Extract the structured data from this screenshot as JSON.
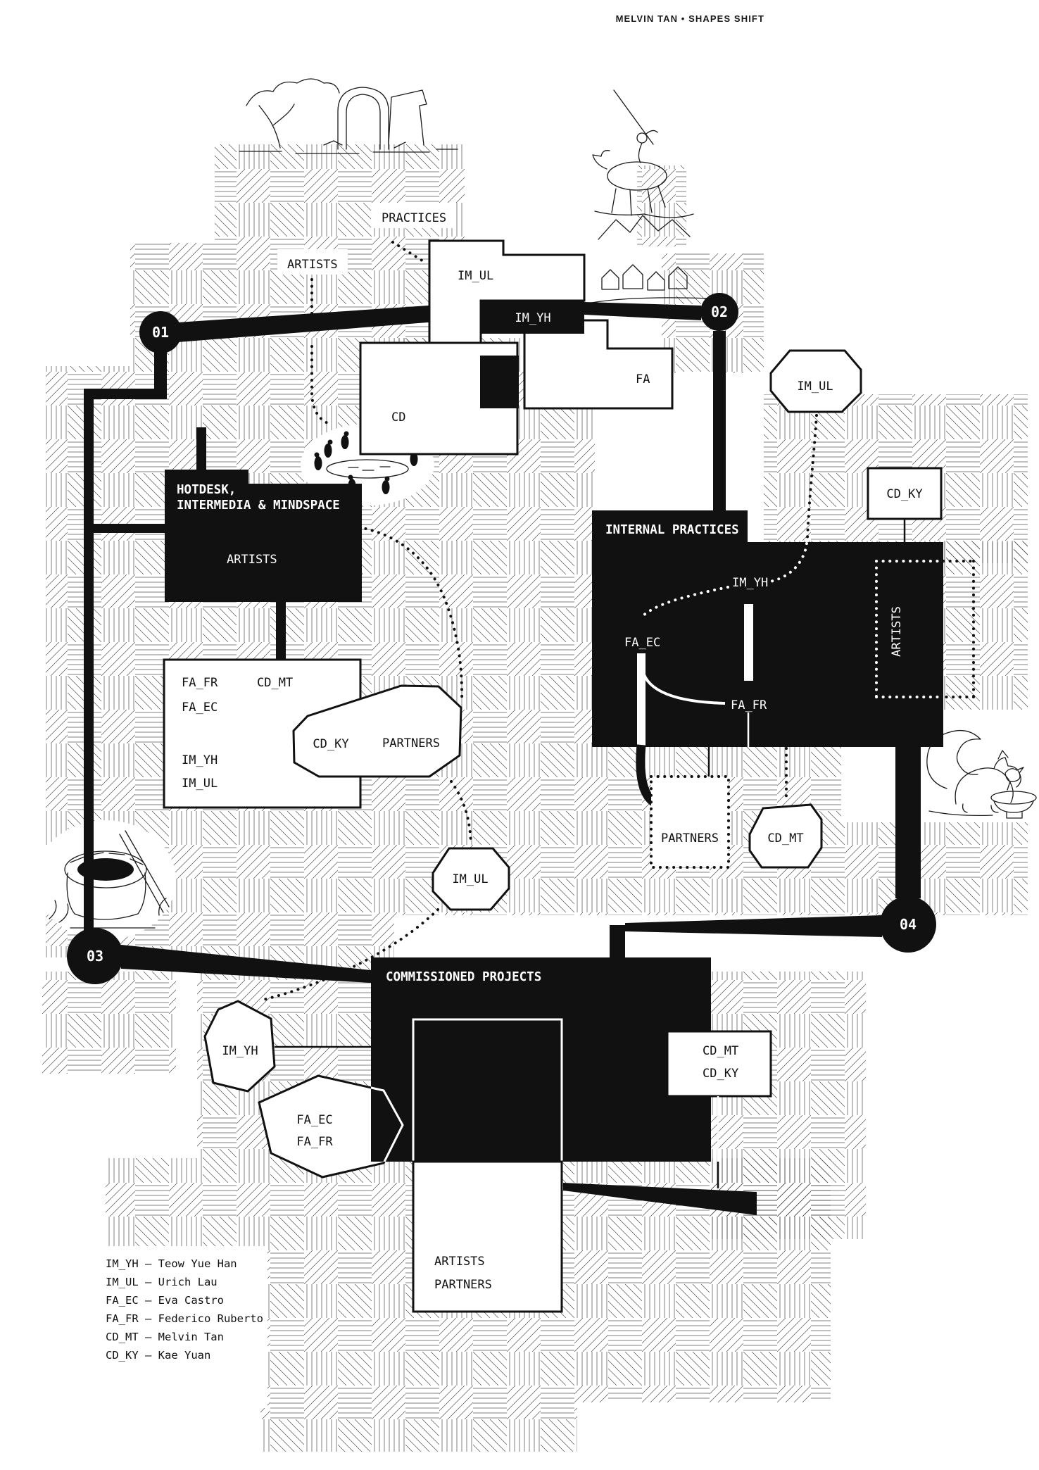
{
  "header": {
    "title": "MELVIN TAN  •  SHAPES SHIFT"
  },
  "top": {
    "practices": "PRACTICES",
    "artists": "ARTISTS",
    "im_ul": "IM_UL",
    "im_yh": "IM_YH",
    "fa": "FA",
    "cd": "CD",
    "n01": "01",
    "n02": "02"
  },
  "hotdesk": {
    "t1": "HOTDESK,",
    "t2": "INTERMEDIA & MINDSPACE",
    "artists": "ARTISTS",
    "fa_fr": "FA_FR",
    "cd_mt": "CD_MT",
    "fa_ec": "FA_EC",
    "im_yh": "IM_YH",
    "im_ul": "IM_UL",
    "cd_ky": "CD_KY",
    "partners": "PARTNERS"
  },
  "internal": {
    "title": "INTERNAL PRACTICES",
    "im_ul": "IM_UL",
    "cd_ky": "CD_KY",
    "im_yh": "IM_YH",
    "fa_ec": "FA_EC",
    "fa_fr": "FA_FR",
    "artists": "ARTISTS",
    "partners": "PARTNERS",
    "cd_mt": "CD_MT"
  },
  "mid": {
    "im_ul": "IM_UL"
  },
  "comm": {
    "title": "COMMISSIONED PROJECTS",
    "n03": "03",
    "n04": "04",
    "im_yh": "IM_YH",
    "fa_ec": "FA_EC",
    "fa_fr": "FA_FR",
    "cd_mt": "CD_MT",
    "cd_ky": "CD_KY",
    "artists": "ARTISTS",
    "partners": "PARTNERS"
  },
  "legend": {
    "lines": [
      "IM_YH – Teow Yue Han",
      "IM_UL – Urich Lau",
      "FA_EC – Eva Castro",
      "FA_FR – Federico Ruberto",
      "CD_MT – Melvin Tan",
      "CD_KY – Kae Yuan"
    ]
  },
  "colors": {
    "ink": "#111111",
    "paper": "#ffffff"
  }
}
